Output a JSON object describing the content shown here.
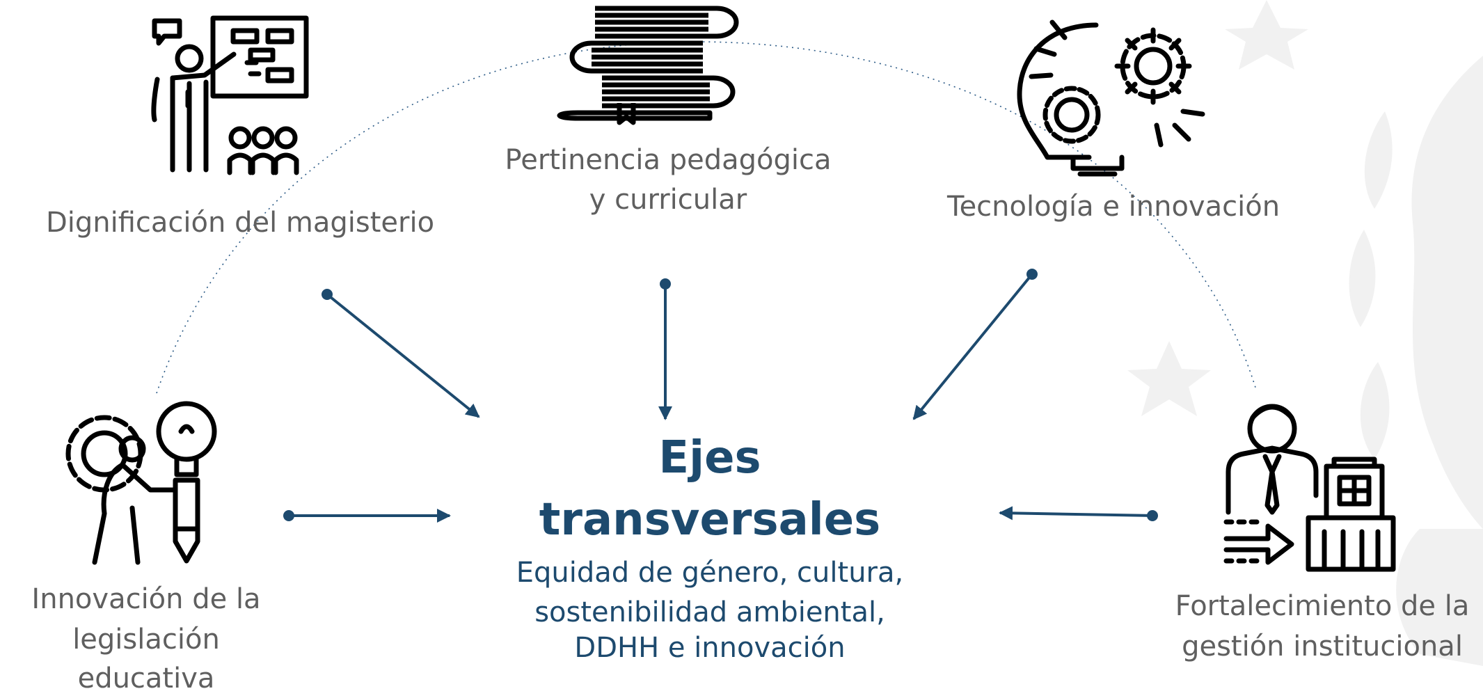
{
  "nodes": {
    "magisterio": {
      "label": "Dignificación del magisterio",
      "icon": "teacher-presenting-icon"
    },
    "pertinencia": {
      "line1": "Pertinencia pedagógica",
      "line2": "y curricular",
      "icon": "stack-of-books-icon"
    },
    "tecnologia": {
      "label": "Tecnología e innovación",
      "icon": "lightbulb-gears-icon"
    },
    "legislacion": {
      "line1": "Innovación de la",
      "line2": "legislación educativa",
      "icon": "person-gear-lightbulb-icon"
    },
    "gestion": {
      "line1": "Fortalecimiento de la",
      "line2": "gestión institucional",
      "icon": "manager-building-icon"
    }
  },
  "center": {
    "line1": "Ejes",
    "line2": "transversales",
    "sub1": "Equidad de género, cultura,",
    "sub2": "sostenibilidad ambiental,",
    "sub3": "DDHH e innovación"
  },
  "colors": {
    "accent": "#1d4a6e",
    "label": "#5f5f5f",
    "watermark": "#f1f1f1"
  }
}
